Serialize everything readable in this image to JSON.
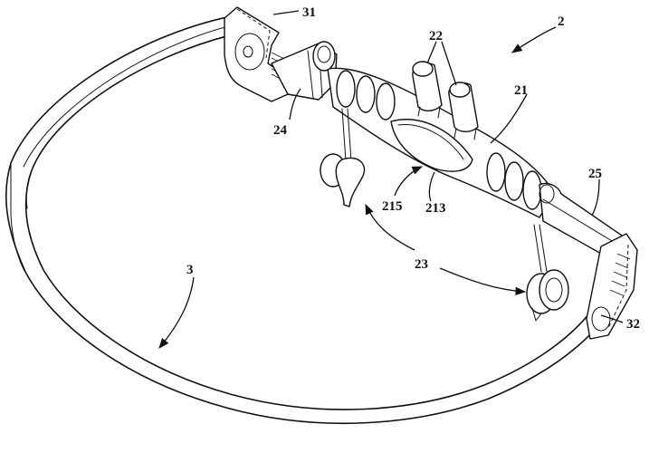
{
  "labels": {
    "l2": "2",
    "l3": "3",
    "l21": "21",
    "l22": "22",
    "l23": "23",
    "l24": "24",
    "l25": "25",
    "l31": "31",
    "l32": "32",
    "l213": "213",
    "l215": "215"
  },
  "colors": {
    "ink": "#111111",
    "paper": "#ffffff"
  }
}
